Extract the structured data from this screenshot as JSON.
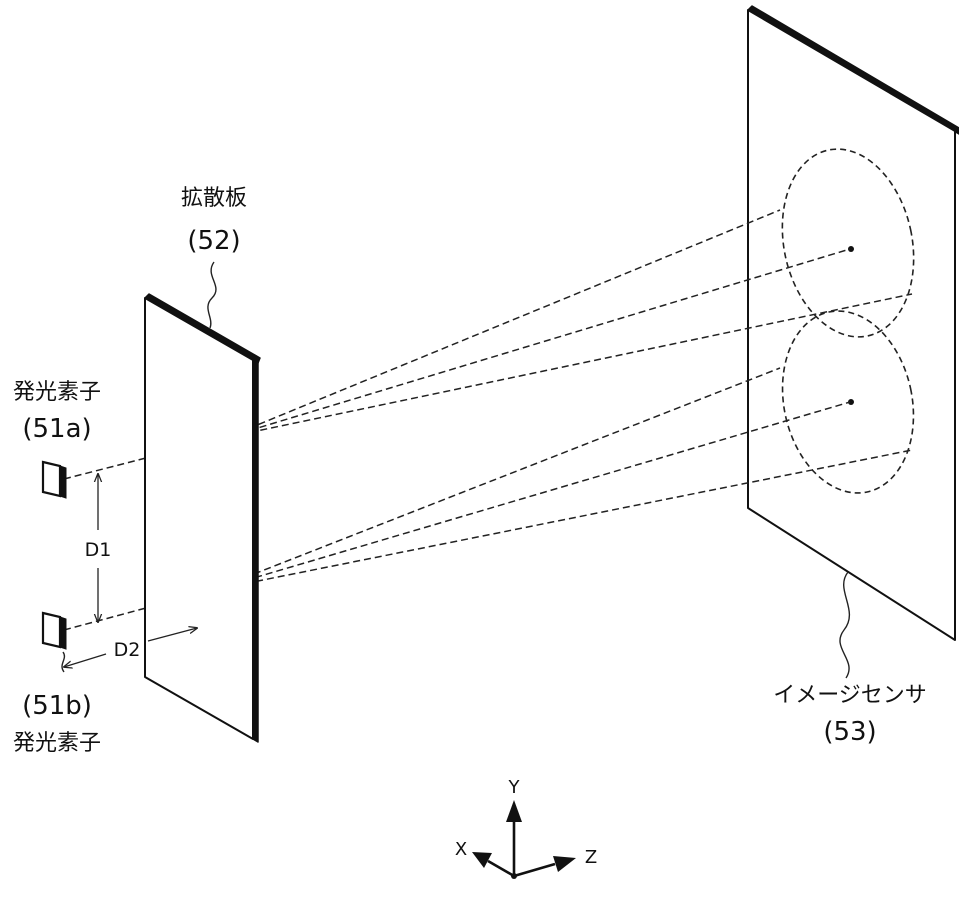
{
  "figure": {
    "diffuser": {
      "name": "拡散板",
      "ref": "(52)"
    },
    "emitter_a": {
      "ref": "(51a)",
      "name": "発光素子"
    },
    "emitter_b": {
      "ref": "(51b)",
      "name": "発光素子"
    },
    "sensor": {
      "name": "イメージセンサ",
      "ref": "(53)"
    },
    "dimensions": {
      "d1": "D1",
      "d2": "D2"
    },
    "axes": {
      "x": "X",
      "y": "Y",
      "z": "Z"
    }
  }
}
